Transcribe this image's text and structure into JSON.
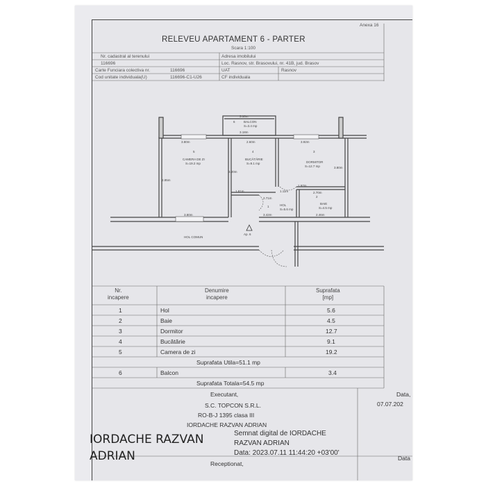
{
  "header": {
    "annex": "Anexa 16",
    "title": "RELEVEU APARTAMENT 6 - PARTER",
    "scale": "Scara 1:100"
  },
  "info_table": {
    "rows": [
      {
        "label": "Nr. cadastral al terenului",
        "value": "Adresa imobilului"
      },
      {
        "label": "116696",
        "value": "Loc. Rasnov, str. Brasovului, nr. 41B, jud. Brasov"
      },
      {
        "label": "Carte Funciara colectiva nr.",
        "value": "116696",
        "extra_label": "UAT",
        "extra_value": "Rasnov"
      },
      {
        "label": "Cod unitate individuala(U)",
        "value": "116696-C1-U26",
        "extra_label": "CF individuala",
        "extra_value": ""
      }
    ]
  },
  "plan": {
    "rooms": [
      {
        "num": "5",
        "name": "CAMERA DE ZI",
        "area": "S=19.2 mp"
      },
      {
        "num": "4",
        "name": "BUCĂTĂRIE",
        "area": "S=9.1 mp"
      },
      {
        "num": "3",
        "name": "DORMITOR",
        "area": "S=12.7 mp"
      },
      {
        "num": "6",
        "name": "BALCON",
        "area": "S=3.4 mp"
      },
      {
        "num": "1",
        "name": "HOL",
        "area": "S=5.6 mp"
      },
      {
        "num": "2",
        "name": "BAIE",
        "area": "S=4.5 mp"
      }
    ],
    "hol_comun": "HOL COMUN",
    "entrance": "Ap. 6",
    "dims": [
      "3.18m",
      "3.18m",
      "3.80m",
      "2.60m",
      "3.80m",
      "3.92m",
      "2.85m",
      "3.20m",
      "2.70m",
      "1.97m",
      "3.80m",
      "3.42m",
      "2.46m",
      "1.11m",
      "2.71m",
      "1.81m"
    ]
  },
  "room_table": {
    "header": {
      "nr": "Nr.\nincapere",
      "name": "Denumire\nincapere",
      "area": "Suprafata\n[mp]"
    },
    "rows": [
      {
        "nr": "1",
        "name": "Hol",
        "area": "5.6"
      },
      {
        "nr": "2",
        "name": "Baie",
        "area": "4.5"
      },
      {
        "nr": "3",
        "name": "Dormitor",
        "area": "12.7"
      },
      {
        "nr": "4",
        "name": "Bucătărie",
        "area": "9.1"
      },
      {
        "nr": "5",
        "name": "Camera de zi",
        "area": "19.2"
      }
    ],
    "useful": "Suprafata Utila=51.1 mp",
    "balcony": {
      "nr": "6",
      "name": "Balcon",
      "area": "3.4"
    },
    "total": "Suprafata Totala=54.5 mp"
  },
  "footer": {
    "executant_label": "Executant,",
    "date_label": "Data,",
    "date_value": "07.07.202",
    "company": "S.C. TOPCON S.R.L.",
    "reg": "RO-B-J 1395 clasa III",
    "person": "IORDACHE RAZVAN ADRIAN",
    "signed": "Semnat digital de IORDACHE",
    "signed_name": "RAZVAN ADRIAN",
    "signed_date": "Data: 2023.07.11 11:44:20 +03'00'",
    "big_name_1": "IORDACHE RAZVAN",
    "big_name_2": "ADRIAN",
    "receptionat": "Receptionat,",
    "date_label_2": "Data"
  }
}
